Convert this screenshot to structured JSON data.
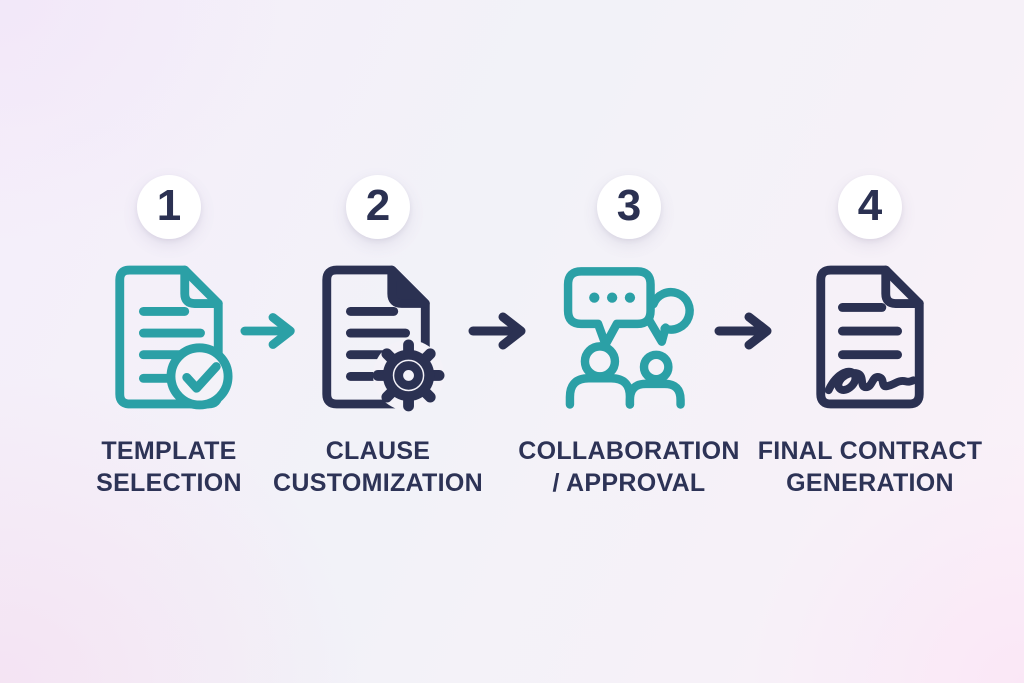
{
  "diagram": {
    "type": "process-flow",
    "colors": {
      "teal": "#2ba0a6",
      "navy": "#2b3152",
      "text": "#2d3356",
      "badge_bg": "#ffffff",
      "bg_fill": "#f4f2f8"
    },
    "steps": [
      {
        "number": "1",
        "icon": "document-check-icon",
        "icon_color": "teal",
        "label_lines": [
          "TEMPLATE",
          "SELECTION"
        ]
      },
      {
        "number": "2",
        "icon": "document-gear-icon",
        "icon_color": "navy",
        "label_lines": [
          "CLAUSE",
          "CUSTOMIZATION"
        ]
      },
      {
        "number": "3",
        "icon": "people-chat-icon",
        "icon_color": "teal",
        "label_lines": [
          "COLLABORATION",
          "/ APPROVAL"
        ]
      },
      {
        "number": "4",
        "icon": "document-signature-icon",
        "icon_color": "navy",
        "label_lines": [
          "FINAL CONTRACT",
          "GENERATION"
        ]
      }
    ],
    "arrows": [
      {
        "name": "arrow-1",
        "direction": "right",
        "color": "teal"
      },
      {
        "name": "arrow-2",
        "direction": "right",
        "color": "navy"
      },
      {
        "name": "arrow-3",
        "direction": "right",
        "color": "navy"
      }
    ]
  }
}
